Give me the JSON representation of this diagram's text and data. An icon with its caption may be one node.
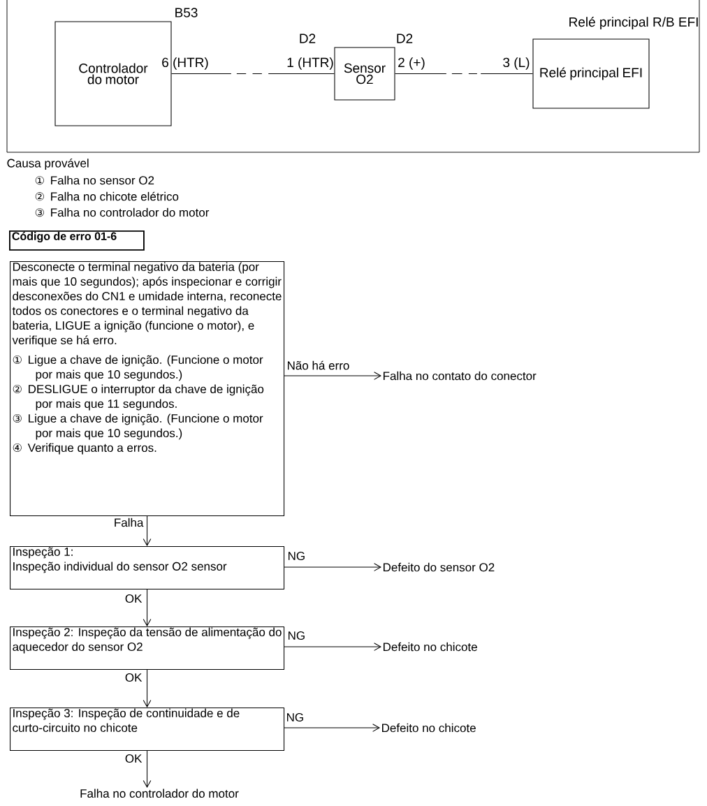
{
  "diagram": {
    "nodes": [
      {
        "text": [
          "Controlador do motor"
        ],
        "beside": [
          "B53"
        ]
      },
      {
        "text": [
          "Sensor O2"
        ]
      },
      {
        "text": [
          "Relé principal EFI"
        ],
        "beside": [
          "Relé principal R/B EFI"
        ]
      },
      {
        "text": [
          "Código de erro 01-6"
        ]
      },
      {
        "text": [
          "Desconecte o terminal negativo da bateria (por mais que 10 segundos); após inspecionar e corrigir desconexões do CN1 e umidade interna, reconecte todos os conectores e o terminal negativo da bateria, LIGUE a ignição (funcione o motor), e verifique se há erro.",
          "① Ligue a chave de ignição. (Funcione o motor por mais que 10 segundos.)",
          "② DESLIGUE o interruptor da chave de ignição por mais que 11 segundos.",
          "③ Ligue a chave de ignição. (Funcione o motor por mais que 10 segundos.)",
          "④ Verifique quanto a erros."
        ]
      },
      {
        "text": [
          "Falha no contato do conector"
        ]
      },
      {
        "text": [
          "Inspeção 1:",
          "Inspeção individual do sensor O2 sensor"
        ]
      },
      {
        "text": [
          "Defeito do sensor O2"
        ]
      },
      {
        "text": [
          "Inspeção 2: Inspeção da tensão de alimentação do aquecedor do sensor O2"
        ]
      },
      {
        "text": [
          "Defeito no chicote"
        ]
      },
      {
        "text": [
          "Inspeção 3: Inspeção de continuidade e de curto-circuito no chicote"
        ]
      },
      {
        "text": [
          "Defeito no chicote"
        ]
      },
      {
        "text": [
          "Falha no controlador do motor"
        ]
      }
    ],
    "edges": [
      {
        "from": 0,
        "to": 1,
        "arrow": "none",
        "style": "dashed"
      },
      {
        "from": 1,
        "to": 2,
        "arrow": "none",
        "style": "dashed"
      },
      {
        "from": 4,
        "to": 5,
        "arrow": "to",
        "label": "Não há erro"
      },
      {
        "from": 4,
        "to": 6,
        "arrow": "to",
        "label": "Falha"
      },
      {
        "from": 6,
        "to": 7,
        "arrow": "to",
        "label": "NG"
      },
      {
        "from": 6,
        "to": 8,
        "arrow": "to",
        "label": "OK"
      },
      {
        "from": 8,
        "to": 9,
        "arrow": "to",
        "label": "NG"
      },
      {
        "from": 8,
        "to": 10,
        "arrow": "to",
        "label": "OK"
      },
      {
        "from": 10,
        "to": 11,
        "arrow": "to",
        "label": "NG"
      },
      {
        "from": 10,
        "to": 12,
        "arrow": "to",
        "label": "OK"
      }
    ],
    "labels": [
      "6 (HTR)",
      "D2",
      "1 (HTR)",
      "D2",
      "2 (+)",
      "3 (L)",
      "Causa provável",
      "① Falha no sensor O2",
      "② Falha no chicote elétrico",
      "③ Falha no controlador do motor"
    ]
  }
}
